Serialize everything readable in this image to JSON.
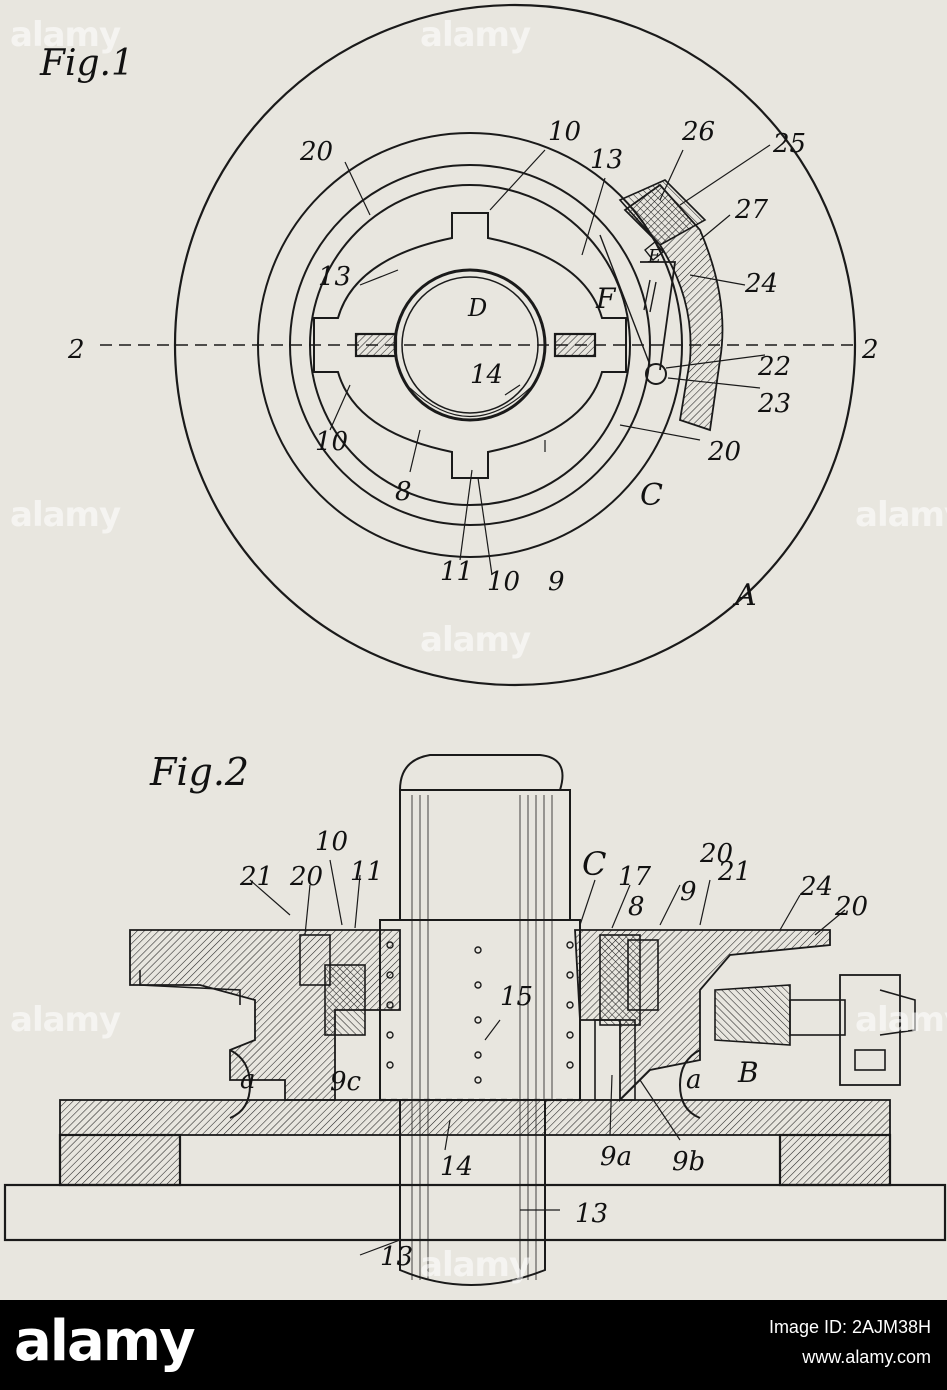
{
  "figure1": {
    "title": "Fig.1",
    "labels": {
      "A": "A",
      "C": "C",
      "D": "D",
      "E": "E",
      "F": "F",
      "n8": "8",
      "n9": "9",
      "n10": "10",
      "n11": "11",
      "n13": "13",
      "n14": "14",
      "n20": "20",
      "n22": "22",
      "n23": "23",
      "n24": "24",
      "n25": "25",
      "n26": "26",
      "n27": "27",
      "n2": "2"
    }
  },
  "figure2": {
    "title": "Fig.2",
    "labels": {
      "B": "B",
      "C": "C",
      "n8": "8",
      "n9": "9",
      "n10": "10",
      "n11": "11",
      "n13": "13",
      "n14": "14",
      "n15": "15",
      "n17": "17",
      "n20": "20",
      "n21": "21",
      "n24": "24",
      "a": "a",
      "ga": "9a",
      "gb": "9b",
      "gc": "9c"
    }
  },
  "watermark": {
    "text": "alamy"
  },
  "footer": {
    "logo": "alamy",
    "image_id_label": "Image ID: 2AJM38H",
    "site": "www.alamy.com"
  }
}
